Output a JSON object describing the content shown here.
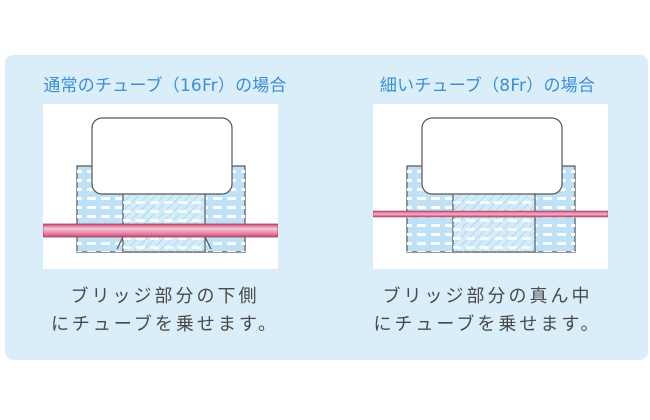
{
  "panels": [
    {
      "heading": "通常のチューブ（16Fr）の場合",
      "caption_line1": "ブリッジ部分の下側",
      "caption_line2": "にチューブを乗せます。"
    },
    {
      "heading": "細いチューブ（8Fr）の場合",
      "caption_line1": "ブリッジ部分の真ん中",
      "caption_line2": "にチューブを乗せます。"
    }
  ],
  "colors": {
    "panel_bg": "#daeefa",
    "heading": "#3a8fd6",
    "tube": "#e07aa0",
    "pad": "#bfe1f5"
  }
}
